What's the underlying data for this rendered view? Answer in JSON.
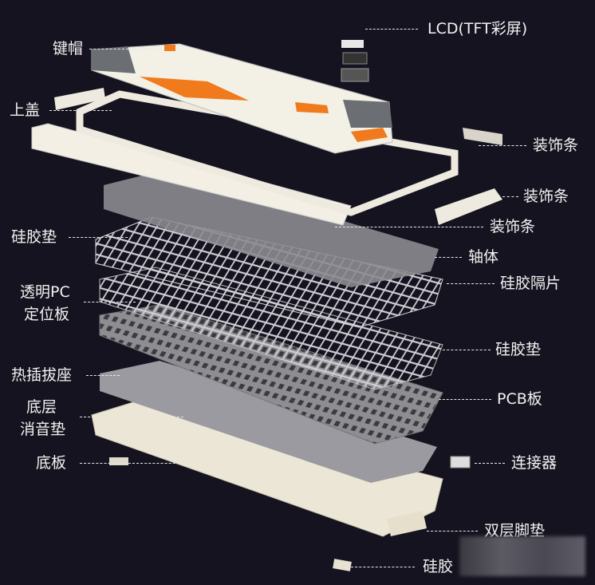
{
  "diagram": {
    "title": "keyboard exploded view",
    "labels": {
      "lcd": "LCD(TFT彩屏)",
      "keycaps": "键帽",
      "top_case": "上盖",
      "decor_strip_1": "装饰条",
      "decor_strip_2": "装饰条",
      "decor_strip_3": "装饰条",
      "silicone_pad_top": "硅胶垫",
      "switches": "轴体",
      "pc_plate_line1": "透明PC",
      "pc_plate_line2": "定位板",
      "silicone_spacer": "硅胶隔片",
      "silicone_pad_mid": "硅胶垫",
      "hotswap": "热插拔座",
      "pcb": "PCB板",
      "bottom_foam_line1": "底层",
      "bottom_foam_line2": "消音垫",
      "bottom_plate": "底板",
      "connector": "连接器",
      "double_feet": "双层脚垫",
      "silicone_feet": "硅胶"
    },
    "colors": {
      "background": "#15131f",
      "accent_orange": "#f07a1c",
      "keycap_white": "#f3f0e6",
      "keycap_grey": "#6b6e72"
    }
  }
}
